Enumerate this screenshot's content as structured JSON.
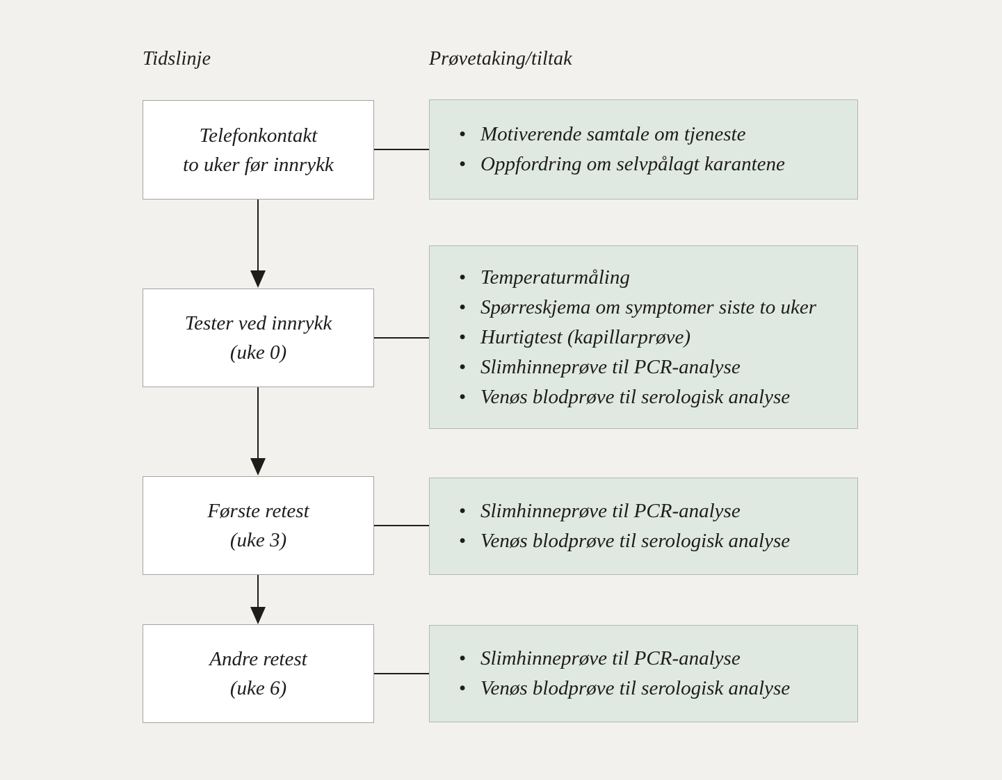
{
  "headers": {
    "timeline": "Tidslinje",
    "actions": "Prøvetaking/tiltak"
  },
  "colors": {
    "background": "#f2f1ee",
    "timeline_box_fill": "#ffffff",
    "timeline_box_border": "#a3a3a2",
    "action_box_fill": "#e0e9e1",
    "action_box_border": "#b2b8b2",
    "text": "#1d1d1b",
    "connector_line": "#1d1d1b"
  },
  "rows": [
    {
      "timeline": {
        "line1": "Telefonkontakt",
        "line2": "to uker før innrykk"
      },
      "actions": [
        "Motiverende samtale om tjeneste",
        "Oppfordring om selvpålagt karantene"
      ]
    },
    {
      "timeline": {
        "line1": "Tester ved innrykk",
        "line2": "(uke 0)"
      },
      "actions": [
        "Temperaturmåling",
        "Spørreskjema om symptomer siste to uker",
        "Hurtigtest (kapillarprøve)",
        "Slimhinneprøve til PCR-analyse",
        "Venøs blodprøve til serologisk analyse"
      ]
    },
    {
      "timeline": {
        "line1": "Første retest",
        "line2": "(uke 3)"
      },
      "actions": [
        "Slimhinneprøve til PCR-analyse",
        "Venøs blodprøve til serologisk analyse"
      ]
    },
    {
      "timeline": {
        "line1": "Andre retest",
        "line2": "(uke 6)"
      },
      "actions": [
        "Slimhinneprøve til PCR-analyse",
        "Venøs blodprøve til serologisk analyse"
      ]
    }
  ]
}
